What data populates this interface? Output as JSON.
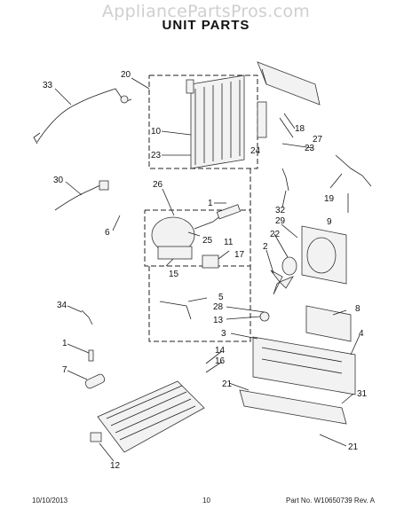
{
  "header": {
    "watermark": "AppliancePartsPros.com",
    "title": "UNIT PARTS"
  },
  "callouts": {
    "c1a": "1",
    "c1b": "1",
    "c2": "2",
    "c3": "3",
    "c4": "4",
    "c5": "5",
    "c6": "6",
    "c7": "7",
    "c8": "8",
    "c9": "9",
    "c10": "10",
    "c11": "11",
    "c12": "12",
    "c13": "13",
    "c14": "14",
    "c15": "15",
    "c16": "16",
    "c17": "17",
    "c18": "18",
    "c19": "19",
    "c20": "20",
    "c21a": "21",
    "c21b": "21",
    "c22": "22",
    "c23a": "23",
    "c23b": "23",
    "c24": "24",
    "c25": "25",
    "c26": "26",
    "c27": "27",
    "c28": "28",
    "c29": "29",
    "c30": "30",
    "c31": "31",
    "c32": "32",
    "c33": "33",
    "c34": "34"
  },
  "footer": {
    "date": "10/10/2013",
    "page": "10",
    "part_no": "Part No. W10650739  Rev. A"
  }
}
